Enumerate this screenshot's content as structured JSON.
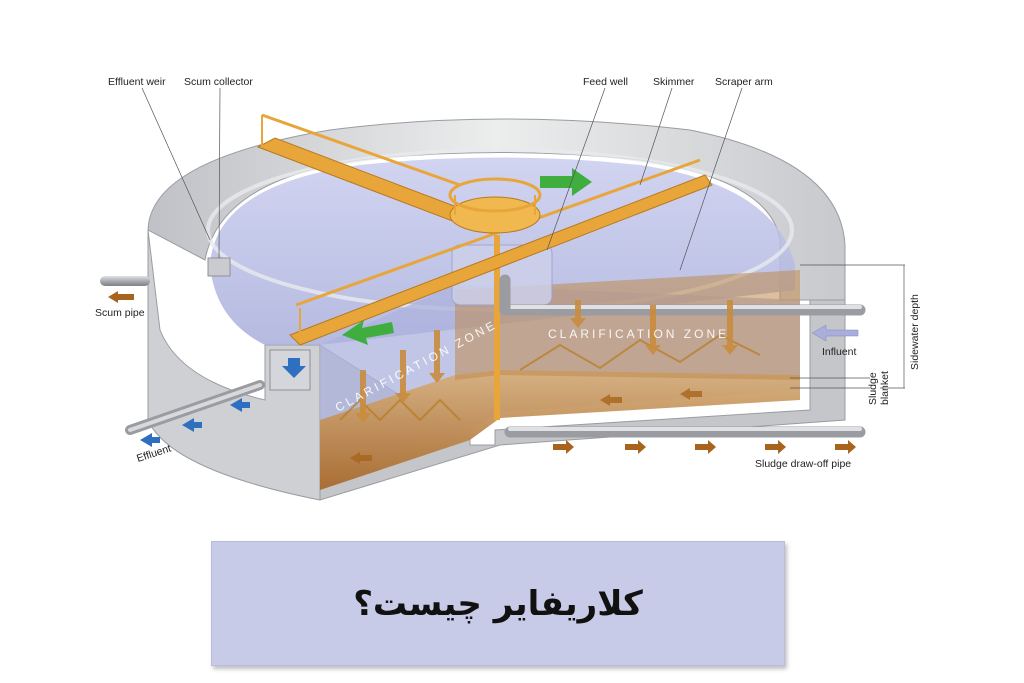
{
  "labels": {
    "effluent_weir": "Effluent weir",
    "scum_collector": "Scum collector",
    "feed_well": "Feed well",
    "skimmer": "Skimmer",
    "scraper_arm": "Scraper arm",
    "scum_pipe": "Scum pipe",
    "influent": "Influent",
    "sidewater_depth": "Sidewater depth",
    "sludge_blanket_line1": "Sludge",
    "sludge_blanket_line2": "blanket",
    "effluent": "Effluent",
    "sludge_draw_off_pipe": "Sludge draw-off pipe",
    "clarification_zone_right": "CLARIFICATION ZONE",
    "clarification_zone_left": "CLARIFICATION ZONE"
  },
  "caption": {
    "title": "کلاریفایر چیست؟"
  },
  "colors": {
    "concrete": "#d9dadd",
    "water": "#b8bde3",
    "sludge": "#c08a4c",
    "walkway": "#e8a53a",
    "flow_arrow": "#3fae3f",
    "effluent_arrow": "#2f6fc0",
    "sludge_arrow": "#a8641c",
    "caption_bg": "#c8cbe8"
  }
}
